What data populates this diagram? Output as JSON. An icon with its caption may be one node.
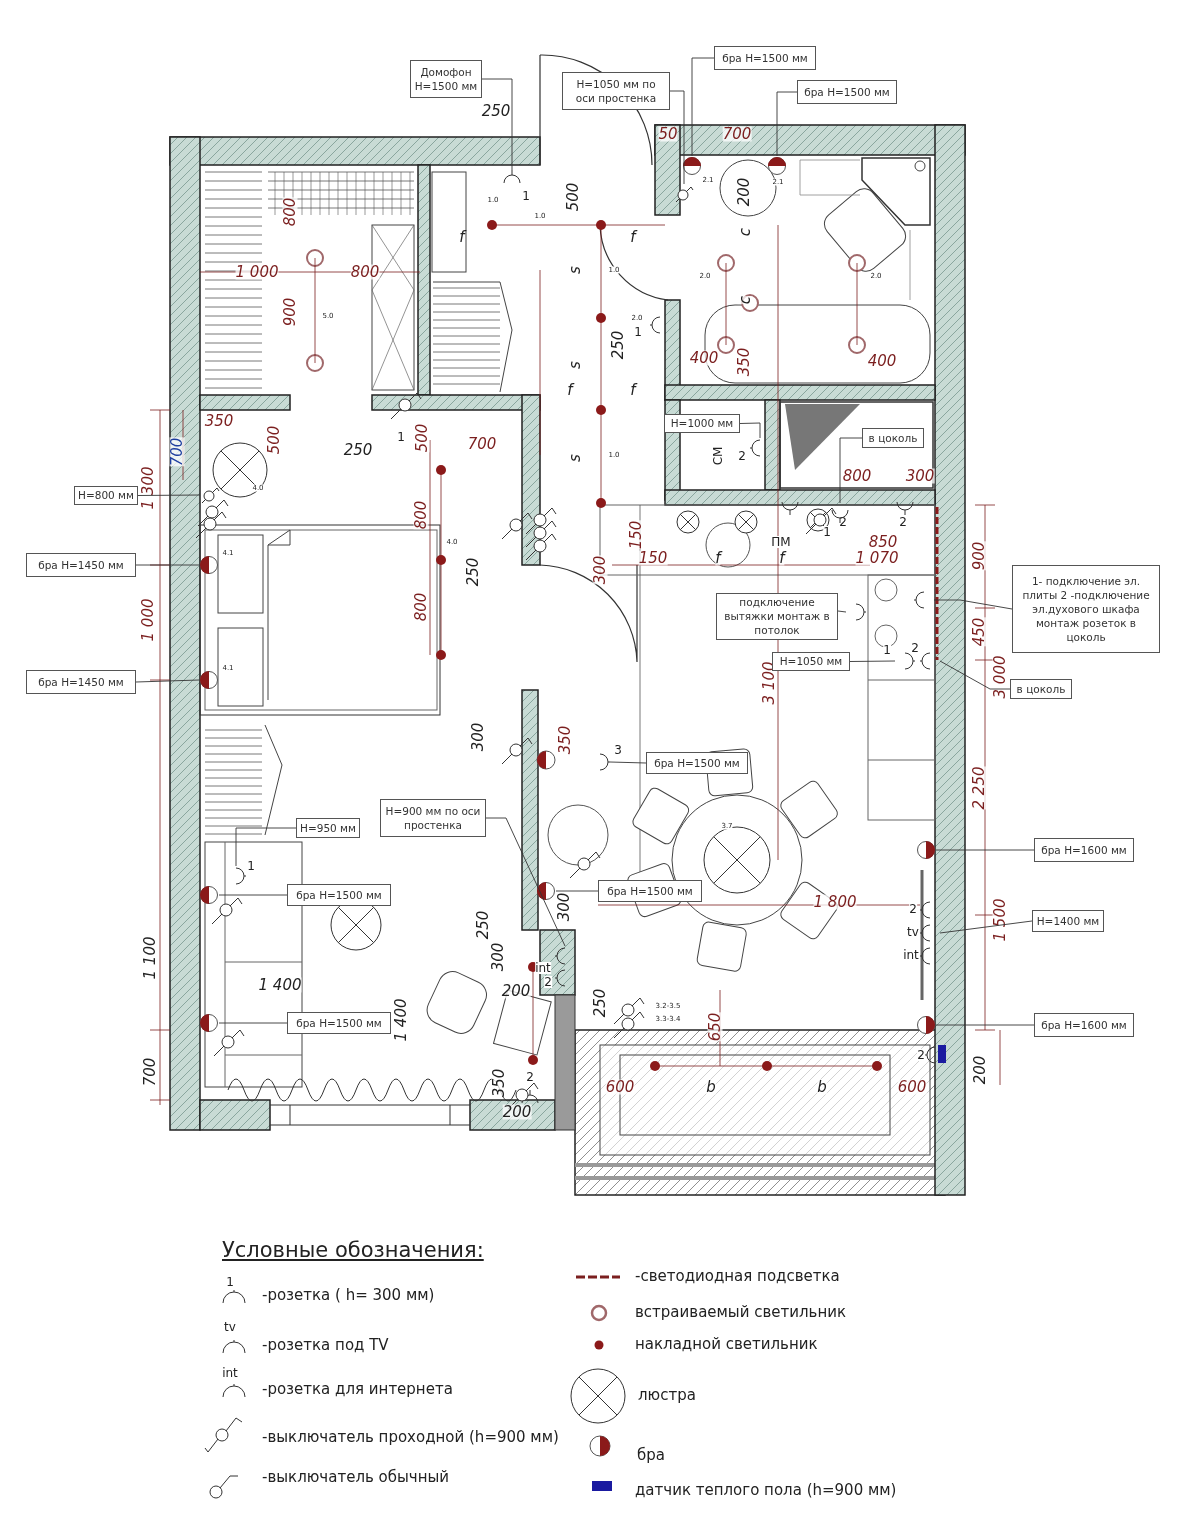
{
  "diagram": {
    "title": "Условные обозначения:",
    "nodes": [
      {
        "text": [
          "Домофон H=1500 мм"
        ]
      },
      {
        "text": [
          "бра H=1500 мм"
        ]
      },
      {
        "text": [
          "H=1050 мм по оси простенка"
        ]
      },
      {
        "text": [
          "бра H=1500 мм"
        ]
      },
      {
        "text": [
          "H=1000 мм"
        ]
      },
      {
        "text": [
          "в цоколь"
        ]
      },
      {
        "text": [
          "H=800 мм"
        ]
      },
      {
        "text": [
          "бра H=1450 мм"
        ]
      },
      {
        "text": [
          "1- подключение эл. плиты 2 -подключение эл.духового шкафа монтаж розеток в цоколь"
        ]
      },
      {
        "text": [
          "подключение вытяжки монтаж в потолок"
        ]
      },
      {
        "text": [
          "H=1050 мм"
        ]
      },
      {
        "text": [
          "бра H=1450 мм"
        ]
      },
      {
        "text": [
          "в цоколь"
        ]
      },
      {
        "text": [
          "бра H=1500 мм"
        ]
      },
      {
        "text": [
          "H=900 мм по оси простенка"
        ]
      },
      {
        "text": [
          "H=950 мм"
        ]
      },
      {
        "text": [
          "бра H=1600 мм"
        ]
      },
      {
        "text": [
          "бра H=1500 мм"
        ]
      },
      {
        "text": [
          "бра H=1500 мм"
        ]
      },
      {
        "text": [
          "H=1400 мм"
        ]
      },
      {
        "text": [
          "бра H=1500 мм"
        ]
      },
      {
        "text": [
          "бра H=1600 мм"
        ]
      },
      {
        "text": [],
        "shape": "circle"
      },
      {
        "text": [],
        "shape": "circle"
      },
      {
        "text": [],
        "shape": "circle"
      },
      {
        "text": [],
        "shape": "circle"
      },
      {
        "text": [],
        "shape": "circle"
      },
      {
        "text": [],
        "shape": "circle"
      },
      {
        "text": [],
        "shape": "circle"
      },
      {
        "text": [],
        "shape": "circle"
      },
      {
        "text": [],
        "shape": "circle"
      },
      {
        "text": [],
        "shape": "circle"
      },
      {
        "text": [],
        "shape": "circle"
      },
      {
        "text": [],
        "shape": "circle"
      },
      {
        "text": [],
        "shape": "circle"
      },
      {
        "text": [],
        "shape": "circle"
      },
      {
        "text": [],
        "shape": "circle"
      },
      {
        "text": [],
        "shape": "circle"
      },
      {
        "text": [],
        "shape": "circle"
      },
      {
        "text": [],
        "shape": "circle"
      },
      {
        "text": [],
        "shape": "circle"
      },
      {
        "text": [],
        "shape": "circle"
      },
      {
        "text": [],
        "shape": "circle"
      },
      {
        "text": [],
        "shape": "circle"
      }
    ],
    "edges": [
      {
        "from": 0,
        "to": 22,
        "arrow": "none"
      },
      {
        "from": 1,
        "to": 23,
        "arrow": "none"
      },
      {
        "from": 2,
        "to": 24,
        "arrow": "none"
      },
      {
        "from": 3,
        "to": 25,
        "arrow": "none"
      },
      {
        "from": 4,
        "to": 26,
        "arrow": "none"
      },
      {
        "from": 5,
        "to": 27,
        "arrow": "none"
      },
      {
        "from": 6,
        "to": 28,
        "arrow": "none"
      },
      {
        "from": 7,
        "to": 29,
        "arrow": "none"
      },
      {
        "from": 8,
        "to": 30,
        "arrow": "none"
      },
      {
        "from": 9,
        "to": 31,
        "arrow": "none"
      },
      {
        "from": 10,
        "to": 32,
        "arrow": "none"
      },
      {
        "from": 11,
        "to": 33,
        "arrow": "none"
      },
      {
        "from": 12,
        "to": 34,
        "arrow": "none"
      },
      {
        "from": 13,
        "to": 35,
        "arrow": "none"
      },
      {
        "from": 14,
        "to": 36,
        "arrow": "none"
      },
      {
        "from": 15,
        "to": 37,
        "arrow": "none"
      },
      {
        "from": 16,
        "to": 38,
        "arrow": "none"
      },
      {
        "from": 17,
        "to": 39,
        "arrow": "none"
      },
      {
        "from": 18,
        "to": 40,
        "arrow": "none"
      },
      {
        "from": 19,
        "to": 41,
        "arrow": "none"
      },
      {
        "from": 20,
        "to": 42,
        "arrow": "none"
      },
      {
        "from": 21,
        "to": 43,
        "arrow": "none"
      }
    ],
    "labels": [
      "250",
      "50",
      "700",
      "500",
      "200",
      "800",
      "1.0",
      "1",
      "2.1",
      "2.1",
      "1.0",
      "f",
      "f",
      "c",
      "1 000",
      "800",
      "s",
      "1.0",
      "2.0",
      "2.0",
      "c",
      "900",
      "5.0",
      "2.0",
      "1",
      "250",
      "400",
      "350",
      "400",
      "s",
      "f",
      "f",
      "350",
      "СМ",
      "2",
      "500",
      "700",
      "250",
      "1",
      "500",
      "700",
      "s",
      "1.0",
      "4.0",
      "1 300",
      "800",
      "300",
      "800",
      "4.0",
      "ПМ",
      "1",
      "2",
      "2",
      "150",
      "850",
      "900",
      "150",
      "f",
      "f",
      "1 070",
      "250",
      "300",
      "4.1",
      "800",
      "1 000",
      "450",
      "1",
      "2",
      "3 000",
      "4.1",
      "3 100",
      "300",
      "350",
      "3",
      "2 250",
      "3.7",
      "1",
      "300",
      "1 800",
      "2",
      "tv",
      "int",
      "1 500",
      "250",
      "300",
      "int",
      "2",
      "200",
      "1 400",
      "1 400",
      "1 100",
      "250",
      "650",
      "3.2-3.5",
      "3.3-3.4",
      "2",
      "700",
      "350",
      "2",
      "600",
      "b",
      "b",
      "600",
      "200",
      "200",
      "1",
      "tv",
      "int"
    ],
    "legend": [
      {
        "text": "-розетка ( h= 300 мм)"
      },
      {
        "text": "-розетка под TV"
      },
      {
        "text": "-розетка для интернета"
      },
      {
        "text": "-выключатель проходной  (h=900 мм)"
      },
      {
        "text": "-выключатель обычный"
      },
      {
        "text": "-светодиодная подсветка"
      },
      {
        "text": "встраиваемый светильник"
      },
      {
        "text": "накладной светильник"
      },
      {
        "text": "люстра"
      },
      {
        "text": "бра"
      },
      {
        "text": "датчик теплого пола  (h=900 мм)",
        "color": "#1a1aa0"
      }
    ]
  }
}
